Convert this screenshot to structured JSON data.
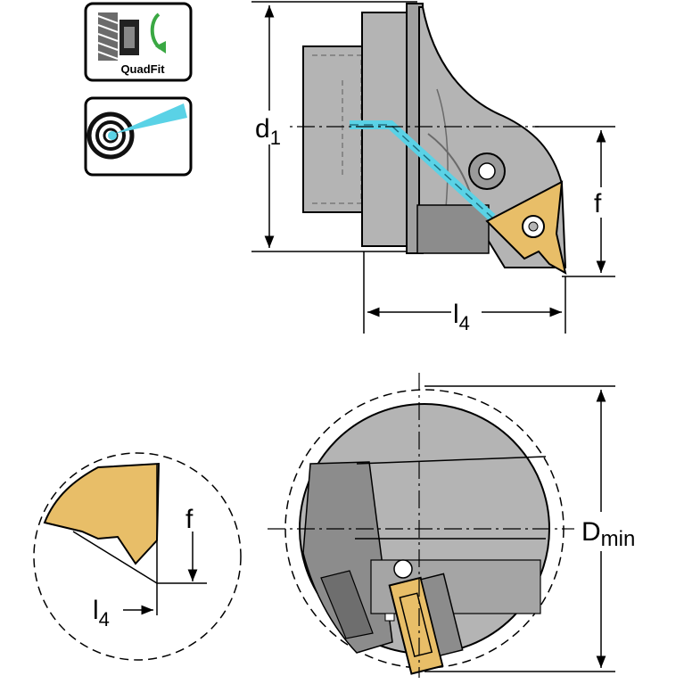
{
  "icons": {
    "quadfit": {
      "label": "QuadFit",
      "name": "quadfit-icon"
    },
    "coolant": {
      "name": "internal-coolant-icon"
    }
  },
  "dimensions": {
    "d": {
      "base": "d",
      "sub": "1"
    },
    "f_top": {
      "text": "f"
    },
    "l_top": {
      "base": "l",
      "sub": "4"
    },
    "dmin": {
      "base": "D",
      "sub": "min"
    },
    "f_detail": {
      "text": "f"
    },
    "l_detail": {
      "base": "l",
      "sub": "4"
    }
  },
  "colors": {
    "body_gray": "#b4b4b4",
    "dark_gray": "#8c8c8c",
    "coolant_cyan": "#5ad2e6",
    "insert_gold": "#e8be68",
    "icon_green": "#3aa843"
  }
}
